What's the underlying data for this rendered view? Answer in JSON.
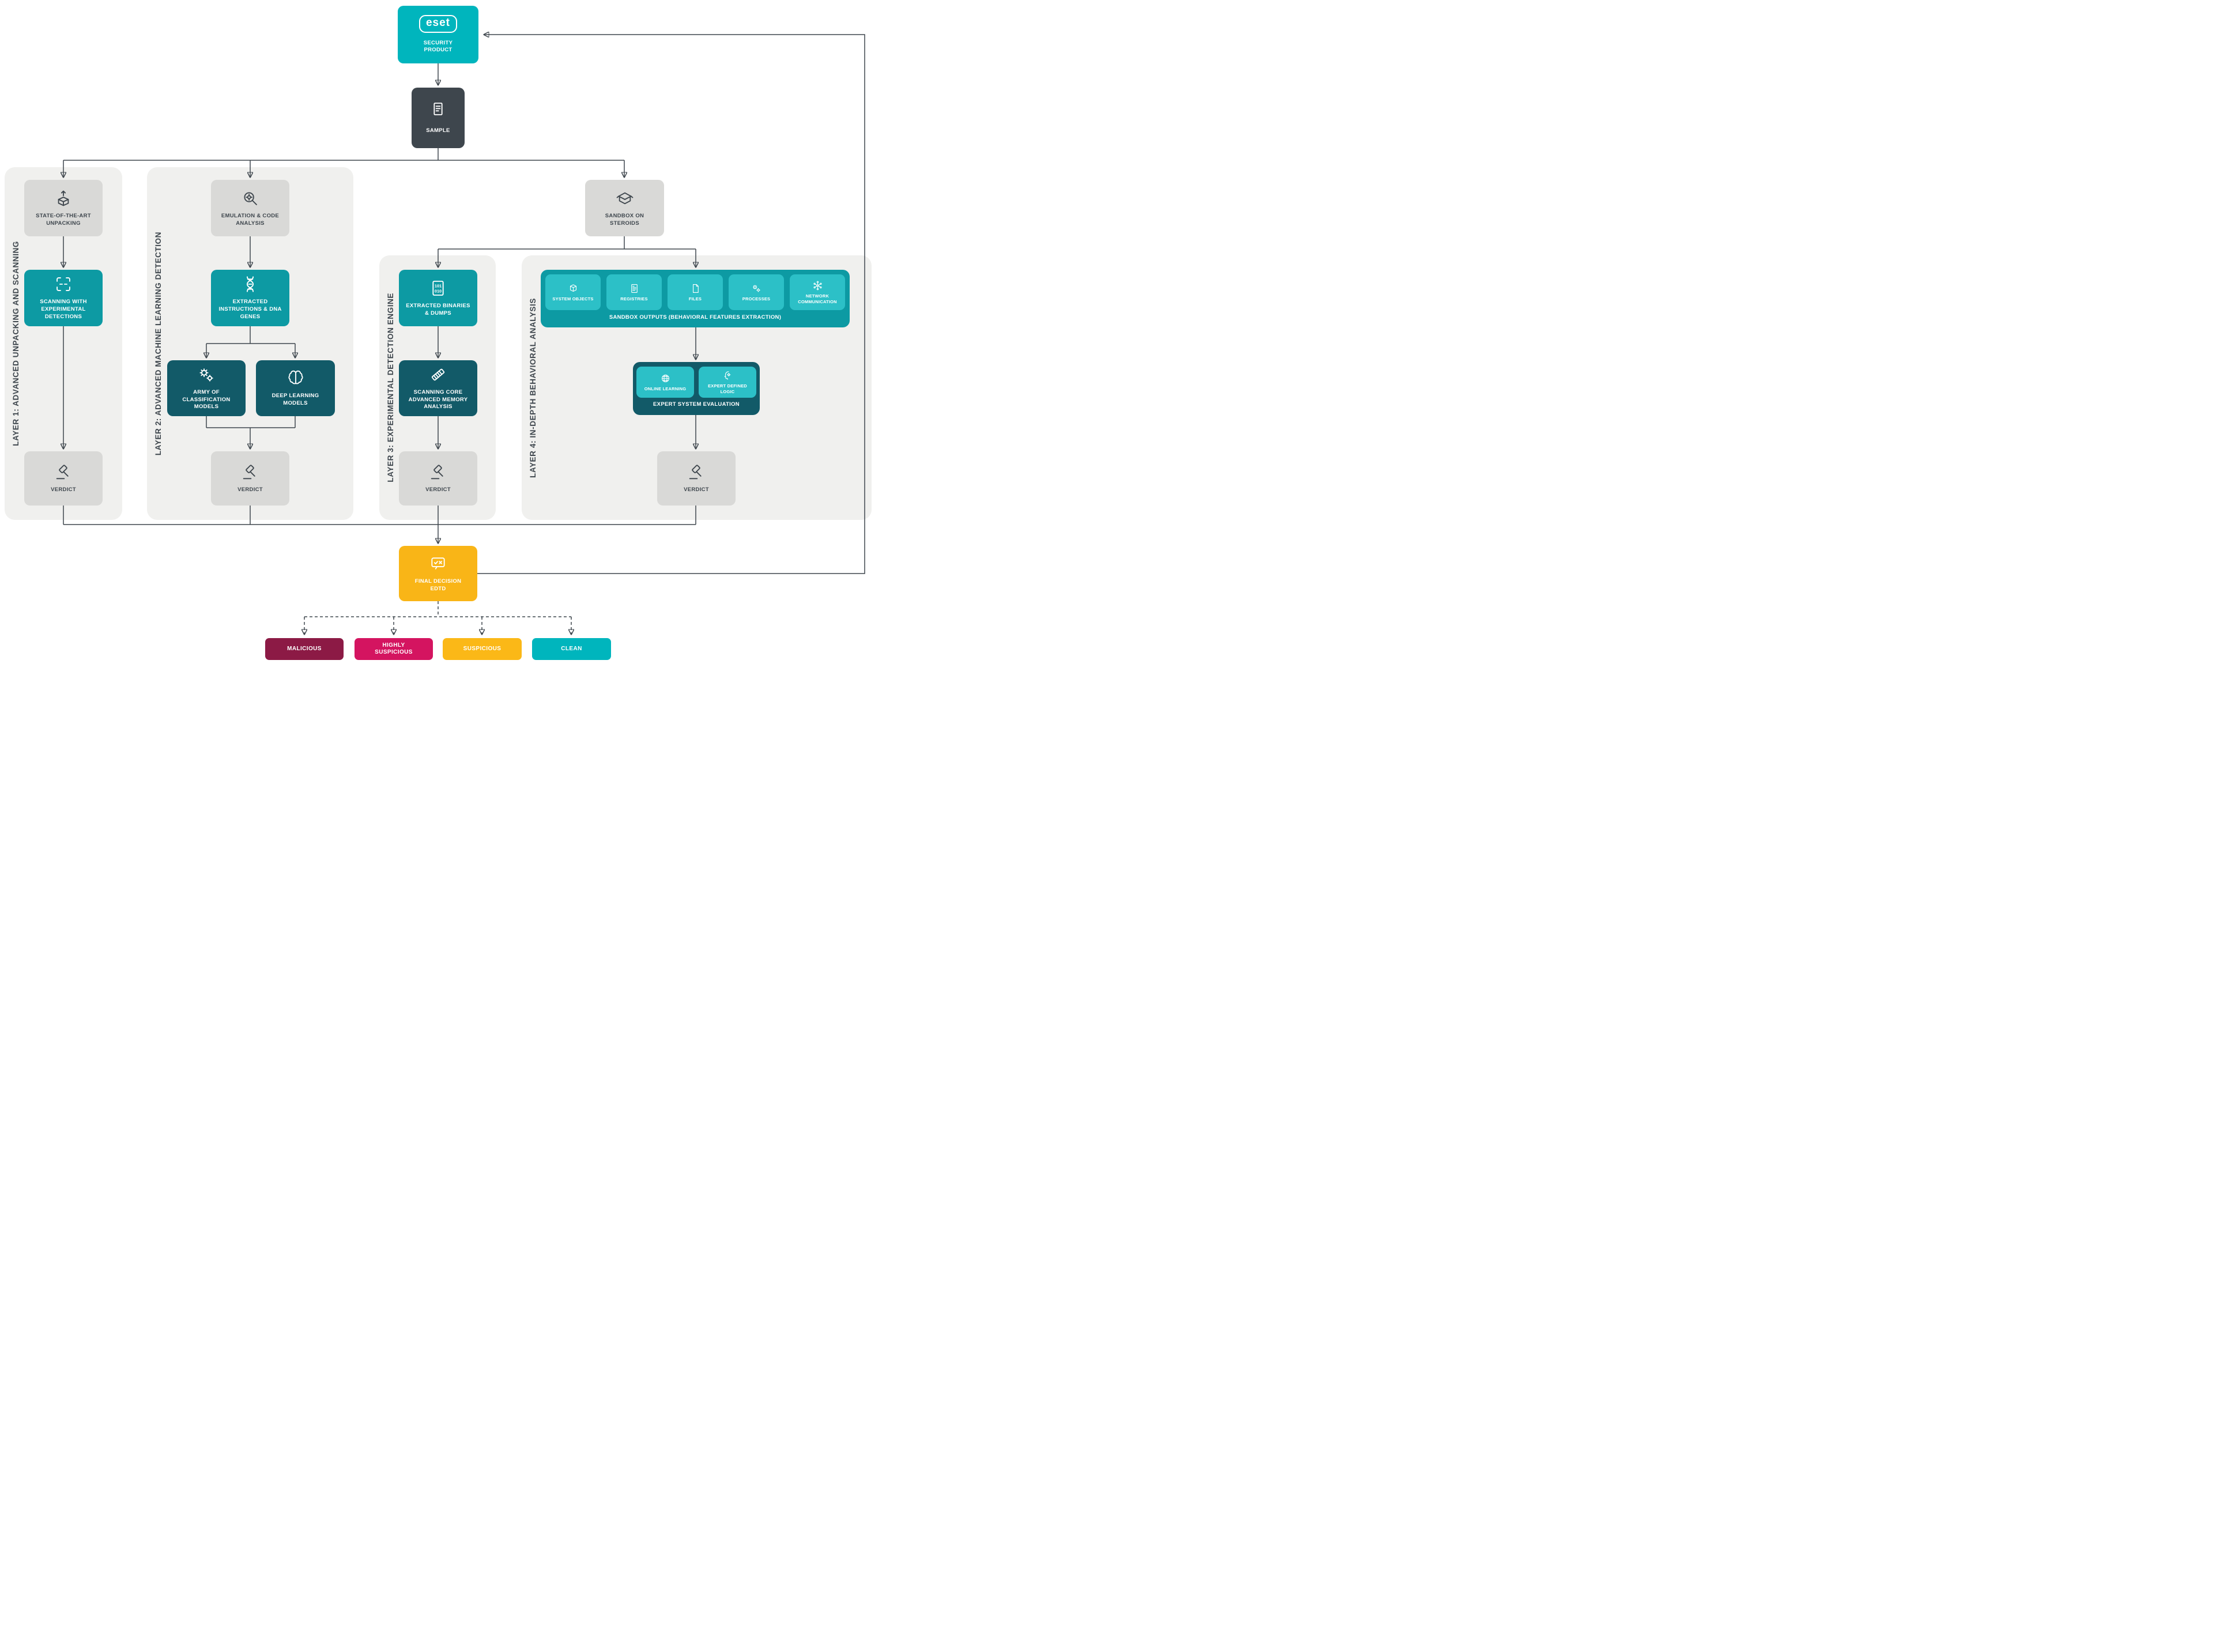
{
  "diagram": {
    "security_product": {
      "logo_text": "eset",
      "label": "SECURITY PRODUCT",
      "icon": "eset-logo",
      "color": "#00b5bd"
    },
    "sample": {
      "label": "SAMPLE",
      "icon": "document-icon",
      "color": "#3e464d"
    },
    "sandbox": {
      "label": "SANDBOX ON STEROIDS",
      "icon": "open-box-icon"
    },
    "layers": [
      {
        "title": "LAYER 1: ADVANCED UNPACKING AND SCANNING",
        "unpacking": {
          "label": "STATE-OF-THE-ART UNPACKING",
          "icon": "unpacking-box-icon"
        },
        "scanning": {
          "label": "SCANNING WITH EXPERIMENTAL DETECTIONS",
          "icon": "scan-frame-icon"
        },
        "verdict": {
          "label": "VERDICT",
          "icon": "gavel-icon"
        }
      },
      {
        "title": "LAYER 2: ADVANCED MACHINE LEARNING DETECTION",
        "emulation": {
          "label": "EMULATION & CODE ANALYSIS",
          "icon": "magnifier-icon"
        },
        "extracted_instructions": {
          "label": "EXTRACTED INSTRUCTIONS & DNA GENES",
          "icon": "dna-icon"
        },
        "classification_models": {
          "label": "ARMY OF CLASSIFICATION MODELS",
          "icon": "gears-icon"
        },
        "deep_learning": {
          "label": "DEEP LEARNING MODELS",
          "icon": "brain-icon"
        },
        "verdict": {
          "label": "VERDICT",
          "icon": "gavel-icon"
        }
      },
      {
        "title": "LAYER 3: EXPERIMENTAL DETECTION ENGINE",
        "extracted_binaries": {
          "label": "EXTRACTED BINARIES & DUMPS",
          "icon": "binary-file-icon"
        },
        "scanning_core": {
          "label": "SCANNING CORE ADVANCED MEMORY ANALYSIS",
          "icon": "memory-icon"
        },
        "verdict": {
          "label": "VERDICT",
          "icon": "gavel-icon"
        }
      },
      {
        "title": "LAYER 4: IN-DEPTH BEHAVIORAL ANALYSIS",
        "sandbox_outputs": {
          "caption": "SANDBOX OUTPUTS (BEHAVIORAL FEATURES EXTRACTION)",
          "items": [
            {
              "label": "SYSTEM OBJECTS",
              "icon": "cube-icon"
            },
            {
              "label": "REGISTRIES",
              "icon": "registry-file-icon"
            },
            {
              "label": "FILES",
              "icon": "file-icon"
            },
            {
              "label": "PROCESSES",
              "icon": "process-gears-icon"
            },
            {
              "label": "NETWORK COMMUNICATION",
              "icon": "network-icon"
            }
          ]
        },
        "expert_system": {
          "caption": "EXPERT SYSTEM EVALUATION",
          "items": [
            {
              "label": "ONLINE LEARNING",
              "icon": "globe-icon"
            },
            {
              "label": "EXPERT DEFINED LOGIC",
              "icon": "head-gear-icon"
            }
          ]
        },
        "verdict": {
          "label": "VERDICT",
          "icon": "gavel-icon"
        }
      }
    ],
    "final_decision": {
      "label": "FINAL DECISION EDTD",
      "icon": "decision-bubble-icon",
      "color": "#f9b517"
    },
    "outcomes": [
      {
        "label": "MALICIOUS",
        "color": "#8c1a45"
      },
      {
        "label": "HIGHLY SUSPICIOUS",
        "color": "#d41460"
      },
      {
        "label": "SUSPICIOUS",
        "color": "#fbb817"
      },
      {
        "label": "CLEAN",
        "color": "#00b5bd"
      }
    ],
    "colors": {
      "brand_teal": "#00b5bd",
      "medium_teal": "#0d9aa3",
      "dark_teal": "#125a68",
      "light_teal": "#2cc0c7",
      "gray_box": "#d9d9d7",
      "panel_gray": "#f0f0ee",
      "dark_slate": "#3e464d",
      "line": "#3e464d"
    }
  }
}
